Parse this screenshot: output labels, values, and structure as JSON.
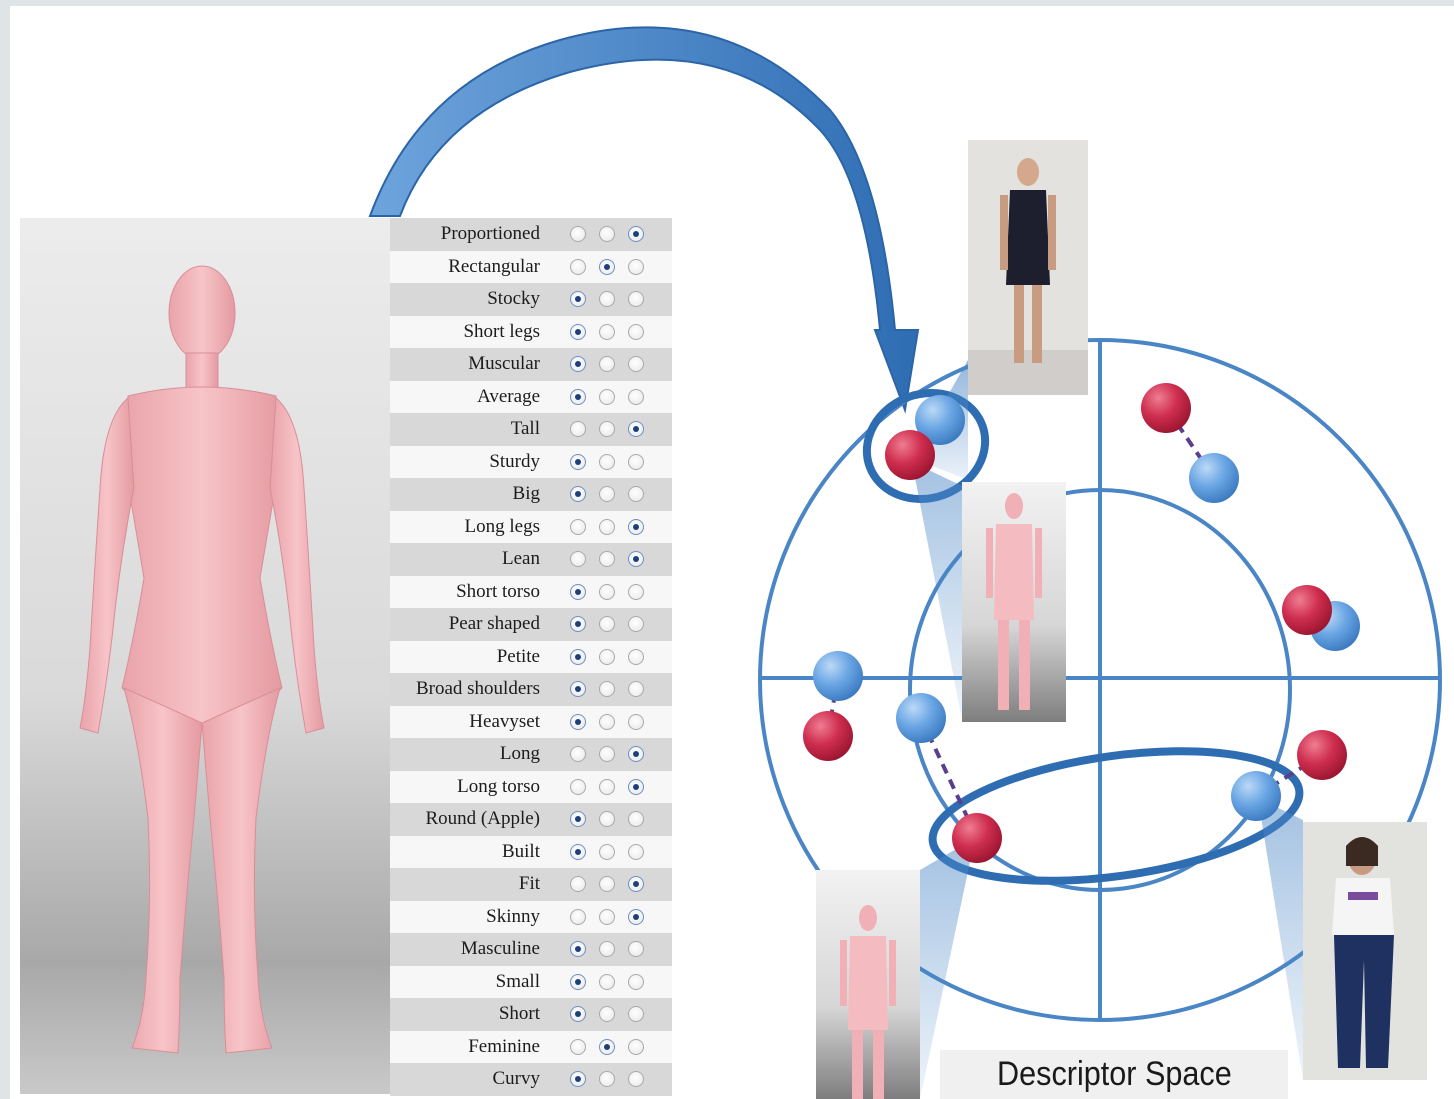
{
  "attributes": [
    {
      "label": "Proportioned",
      "selected": 3
    },
    {
      "label": "Rectangular",
      "selected": 2
    },
    {
      "label": "Stocky",
      "selected": 1
    },
    {
      "label": "Short legs",
      "selected": 1
    },
    {
      "label": "Muscular",
      "selected": 1
    },
    {
      "label": "Average",
      "selected": 1
    },
    {
      "label": "Tall",
      "selected": 3
    },
    {
      "label": "Sturdy",
      "selected": 1
    },
    {
      "label": "Big",
      "selected": 1
    },
    {
      "label": "Long legs",
      "selected": 3
    },
    {
      "label": "Lean",
      "selected": 3
    },
    {
      "label": "Short torso",
      "selected": 1
    },
    {
      "label": "Pear shaped",
      "selected": 1
    },
    {
      "label": "Petite",
      "selected": 1
    },
    {
      "label": "Broad shoulders",
      "selected": 1
    },
    {
      "label": "Heavyset",
      "selected": 1
    },
    {
      "label": "Long",
      "selected": 3
    },
    {
      "label": "Long torso",
      "selected": 3
    },
    {
      "label": "Round (Apple)",
      "selected": 1
    },
    {
      "label": "Built",
      "selected": 1
    },
    {
      "label": "Fit",
      "selected": 3
    },
    {
      "label": "Skinny",
      "selected": 3
    },
    {
      "label": "Masculine",
      "selected": 1
    },
    {
      "label": "Small",
      "selected": 1
    },
    {
      "label": "Short",
      "selected": 1
    },
    {
      "label": "Feminine",
      "selected": 2
    },
    {
      "label": "Curvy",
      "selected": 1
    }
  ],
  "descriptor_space": {
    "caption": "Descriptor Space"
  },
  "colors": {
    "accent_blue": "#4a86c6",
    "point_blue": "#5b9be0",
    "point_red": "#c8284a",
    "pair_link": "#5a3f8c",
    "body_skin": "#f2b3b8"
  }
}
